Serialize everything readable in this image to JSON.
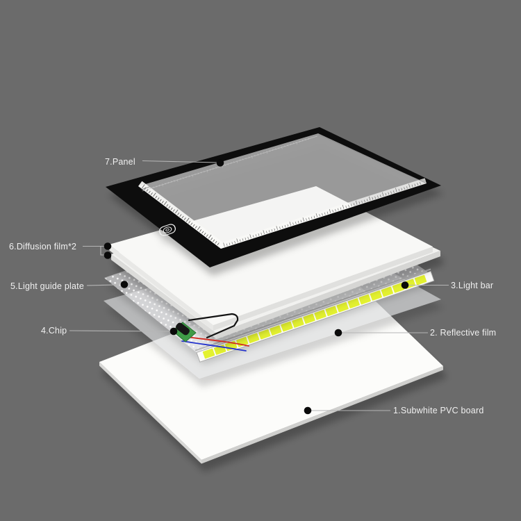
{
  "diagram": {
    "description": "Exploded-view diagram of an LED tracing light pad showing its seven internal layers",
    "background_color": "#6b6b6b",
    "callouts": [
      {
        "id": "panel",
        "text": "7.Panel"
      },
      {
        "id": "diffusion-film",
        "text": "6.Diffusion film*2"
      },
      {
        "id": "light-guide-plate",
        "text": "5.Light guide plate"
      },
      {
        "id": "chip",
        "text": "4.Chip"
      },
      {
        "id": "light-bar",
        "text": "3.Light bar"
      },
      {
        "id": "reflective-film",
        "text": "2. Reflective film"
      },
      {
        "id": "pvc-board",
        "text": "1.Subwhite PVC board"
      }
    ],
    "icons": {
      "panel_button": "power-touch-button",
      "callout_marker": "black-dot"
    },
    "led_count": 20,
    "colors": {
      "background": "#6b6b6b",
      "panel_frame": "#0c0c0c",
      "panel_window_tint": "rgba(255,255,255,0.30)",
      "led_yellow": "#e3f130",
      "pcb_green": "#3f9b47",
      "wire_red": "#d12a20",
      "wire_blue": "#2433cc",
      "wire_black": "#141414",
      "film_white": "#f8f8f6",
      "film2_white": "#f1f1ef",
      "board_white": "#fcfcfa",
      "reflective_gray": "rgba(228,229,231,0.62)",
      "plate_gray": "rgba(240,241,243,0.56)",
      "label_text": "#f0f0f0",
      "leader_line": "#b5b5b5",
      "dot_black": "#0a0a0a"
    }
  }
}
